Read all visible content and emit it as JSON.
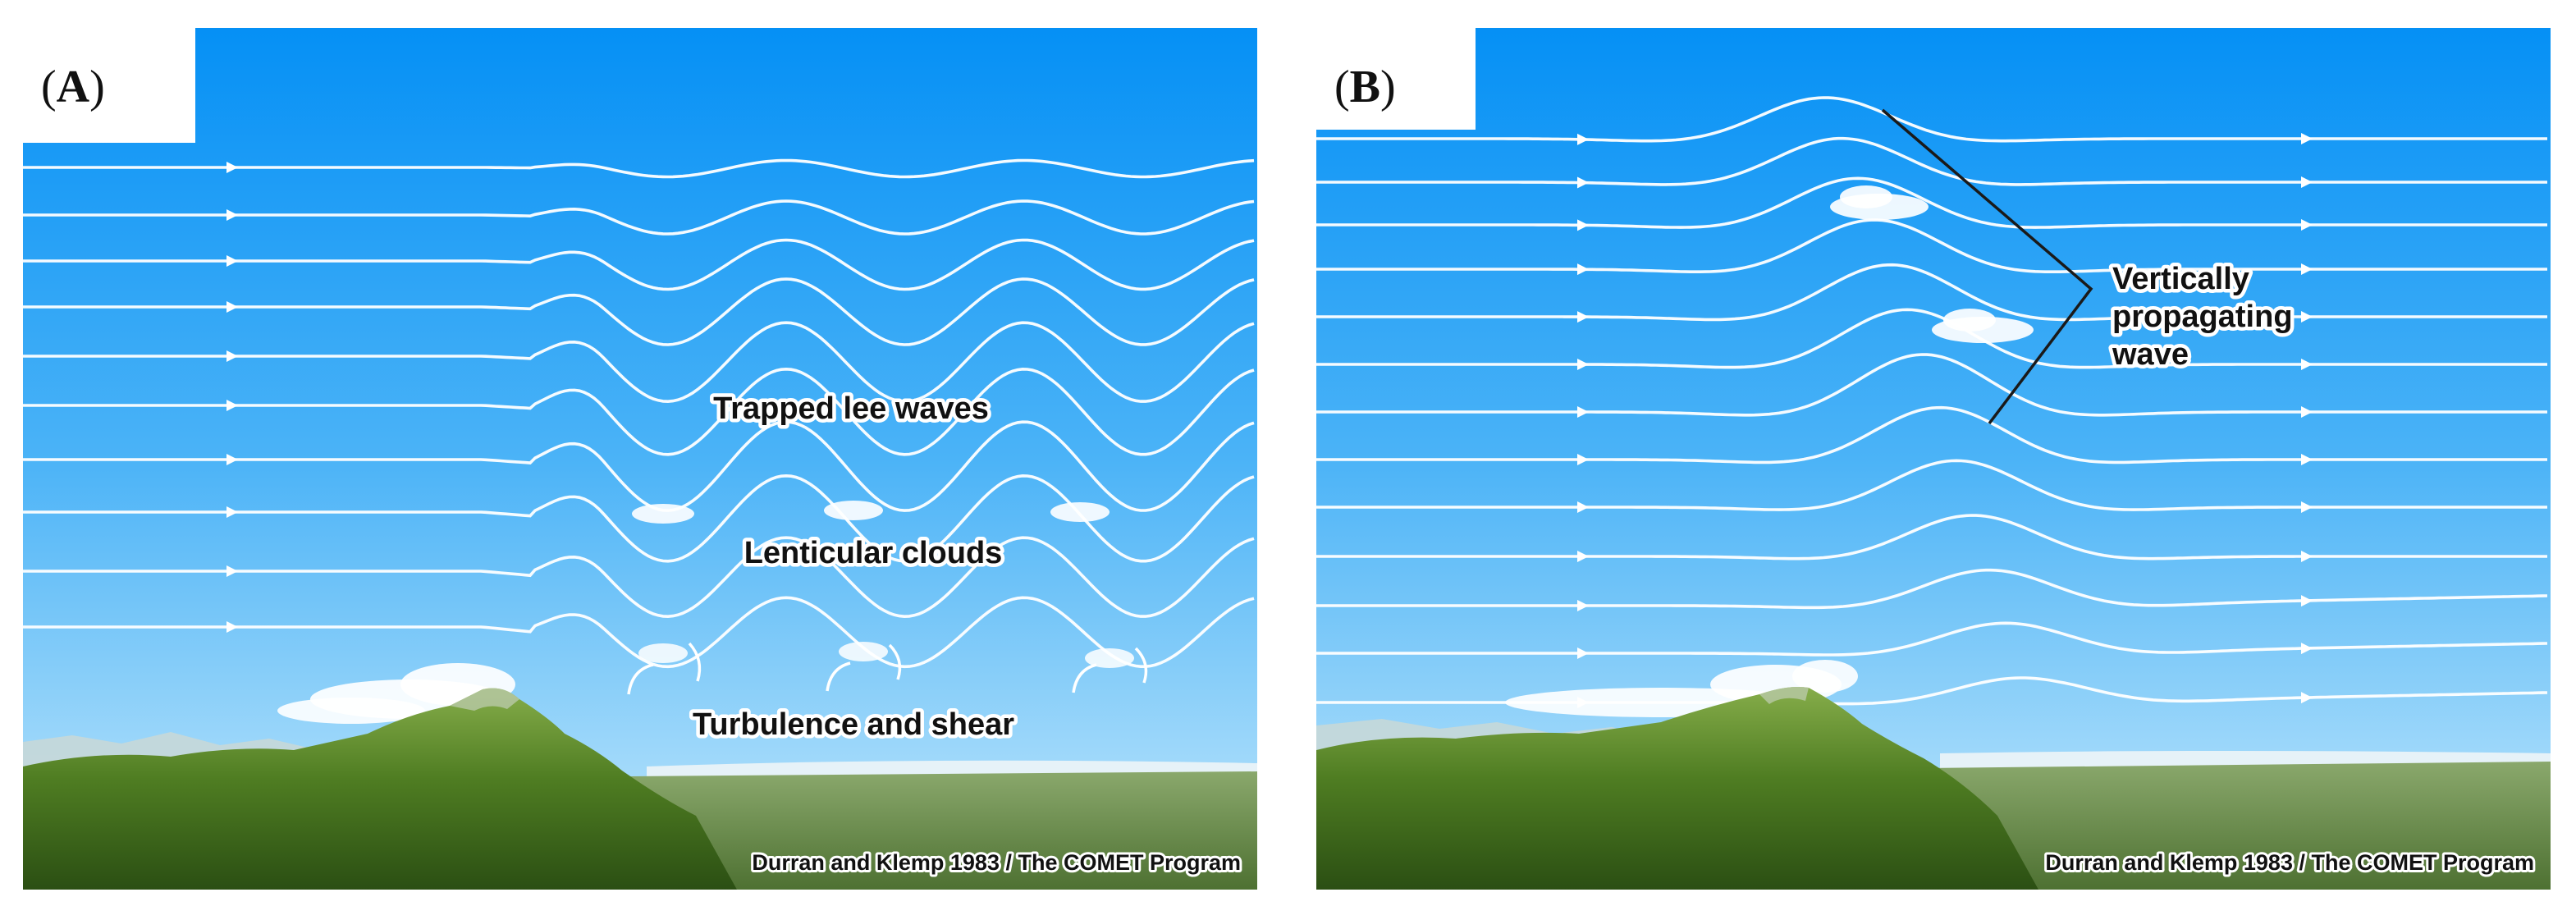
{
  "panels": [
    {
      "id": "A",
      "label": "A",
      "annotations": {
        "trapped_lee_waves": "Trapped lee waves",
        "lenticular_clouds": "Lenticular clouds",
        "turbulence_and_shear": "Turbulence and shear"
      },
      "credit": "Durran and Klemp 1983 / The COMET Program"
    },
    {
      "id": "B",
      "label": "B",
      "annotations": {
        "vertically_propagating_wave": [
          "Vertically",
          "propagating",
          "wave"
        ]
      },
      "credit": "Durran and Klemp 1983 / The COMET Program"
    }
  ],
  "colors": {
    "sky_top": "#0590f5",
    "sky_bottom": "#bfe6fb",
    "streamline": "#ffffff",
    "terrain_dark": "#2f5a16",
    "terrain_light": "#79a23e",
    "plain": "#6a8f4a"
  }
}
